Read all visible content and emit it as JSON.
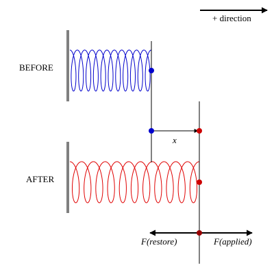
{
  "labels": {
    "direction": "+ direction",
    "before": "BEFORE",
    "after": "AFTER",
    "displacement": "x",
    "force_restore": "F(restore)",
    "force_applied": "F(applied)"
  },
  "springs": {
    "before": {
      "coils": 11
    },
    "after": {
      "coils": 11
    }
  },
  "colors": {
    "before": "#0000cc",
    "after": "#e00000",
    "wall": "#808080",
    "lines": "#000000"
  }
}
